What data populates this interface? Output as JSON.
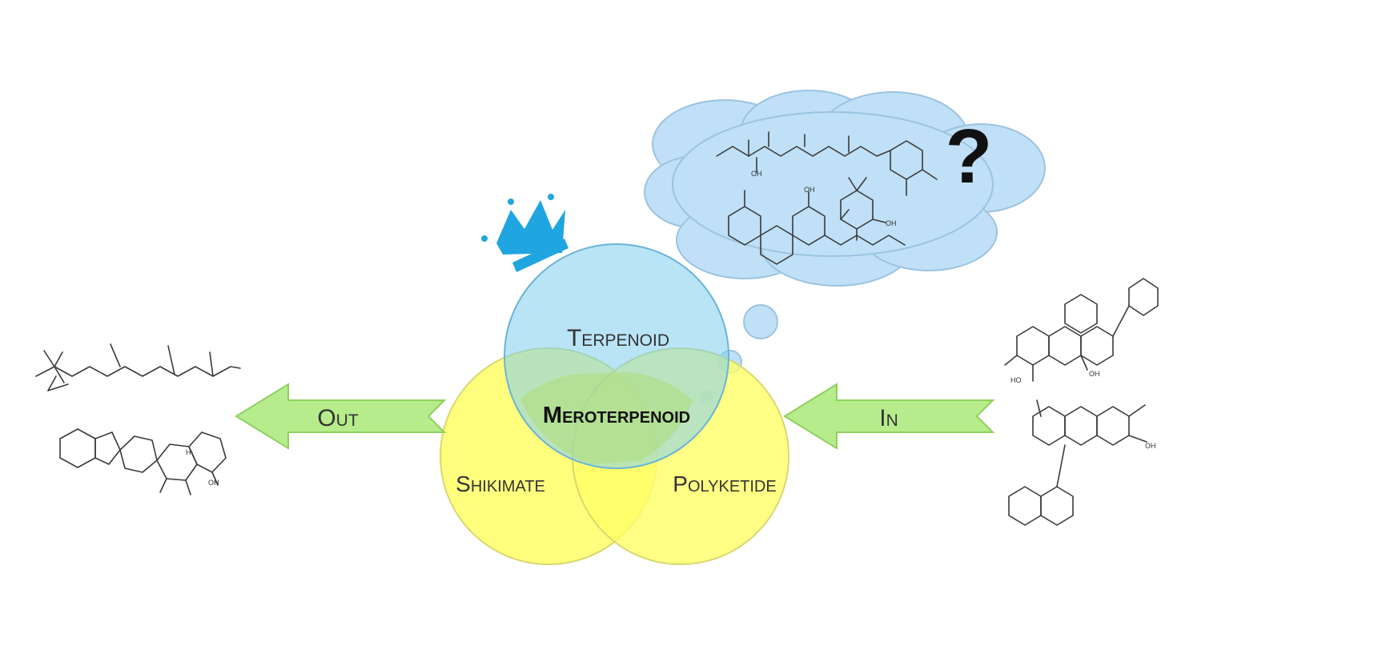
{
  "diagram": {
    "circles": {
      "terpenoid": {
        "label": "Terpenoid",
        "color": "#7fcdee"
      },
      "shikimate": {
        "label": "Shikimate",
        "color": "#ffff66"
      },
      "polyketide": {
        "label": "Polyketide",
        "color": "#ffff66"
      },
      "center": {
        "label": "Meroterpenoid"
      }
    },
    "arrows": {
      "out": {
        "label": "Out",
        "color": "#b6ec8c"
      },
      "in": {
        "label": "In",
        "color": "#b6ec8c"
      }
    },
    "thought": {
      "symbol": "?",
      "color": "#bfe0f6"
    },
    "crown": {
      "icon": "crown-icon",
      "color": "#1fa6e0"
    },
    "molecules": {
      "left_top": {
        "labels": []
      },
      "left_bottom": {
        "labels": [
          "H",
          "OH"
        ]
      },
      "cloud": {
        "labels": [
          "OH",
          "OH",
          "OH"
        ]
      },
      "right": {
        "labels": [
          "HO",
          "OH",
          "OH"
        ]
      }
    }
  }
}
